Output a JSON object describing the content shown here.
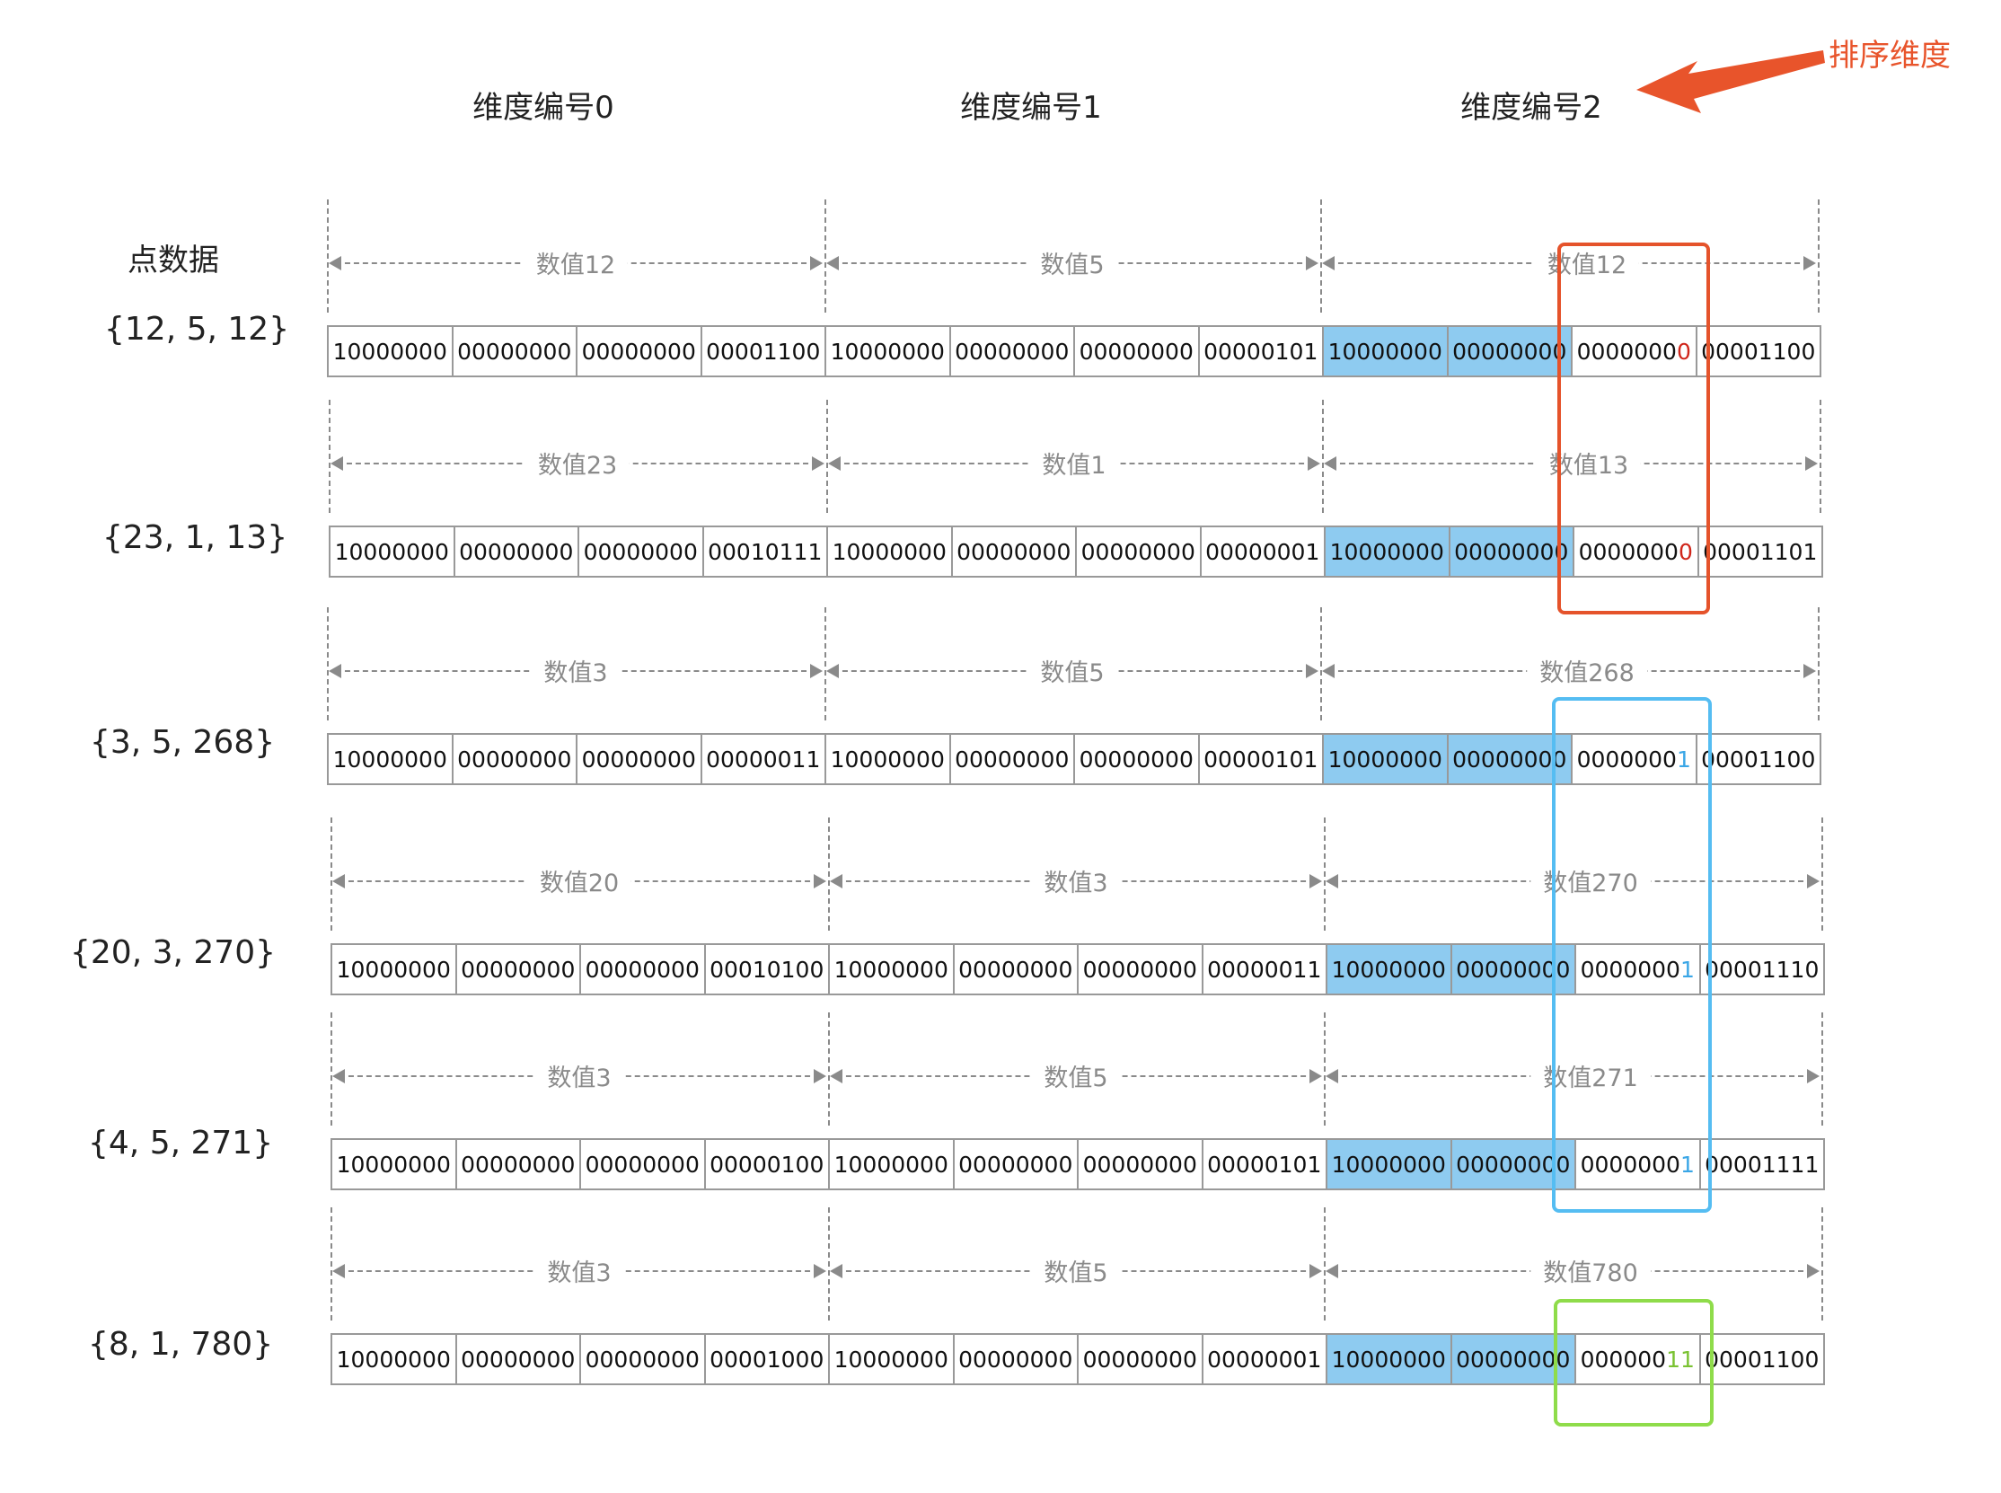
{
  "sort_label": "排序维度",
  "points_title": "点数据",
  "dimension_headers": [
    "维度编号0",
    "维度编号1",
    "维度编号2"
  ],
  "colors": {
    "accent_orange": "#e8542b",
    "cell_highlight": "#8ecbf0",
    "red": "#d0261b",
    "blue": "#3aa6e6",
    "green": "#7ac232",
    "box_orange": "#e5532b",
    "box_blue": "#55bdf2",
    "box_green": "#8fdc4a"
  },
  "rows": [
    {
      "point": "{12, 5, 12}",
      "values": [
        "数值12",
        "数值5",
        "数值12"
      ],
      "cells": [
        "10000000",
        "00000000",
        "00000000",
        "00001100",
        "10000000",
        "00000000",
        "00000000",
        "00000101",
        "10000000",
        "00000000"
      ],
      "cell11_prefix": "0000000",
      "cell11_tail": "0",
      "tail_color": "red",
      "cell12": "00001100"
    },
    {
      "point": "{23, 1, 13}",
      "values": [
        "数值23",
        "数值1",
        "数值13"
      ],
      "cells": [
        "10000000",
        "00000000",
        "00000000",
        "00010111",
        "10000000",
        "00000000",
        "00000000",
        "00000001",
        "10000000",
        "00000000"
      ],
      "cell11_prefix": "0000000",
      "cell11_tail": "0",
      "tail_color": "red",
      "cell12": "00001101"
    },
    {
      "point": "{3, 5, 268}",
      "values": [
        "数值3",
        "数值5",
        "数值268"
      ],
      "cells": [
        "10000000",
        "00000000",
        "00000000",
        "00000011",
        "10000000",
        "00000000",
        "00000000",
        "00000101",
        "10000000",
        "00000000"
      ],
      "cell11_prefix": "0000000",
      "cell11_tail": "1",
      "tail_color": "blue",
      "cell12": "00001100"
    },
    {
      "point": "{20, 3, 270}",
      "values": [
        "数值20",
        "数值3",
        "数值270"
      ],
      "cells": [
        "10000000",
        "00000000",
        "00000000",
        "00010100",
        "10000000",
        "00000000",
        "00000000",
        "00000011",
        "10000000",
        "00000000"
      ],
      "cell11_prefix": "0000000",
      "cell11_tail": "1",
      "tail_color": "blue",
      "cell12": "00001110"
    },
    {
      "point": "{4, 5, 271}",
      "values": [
        "数值3",
        "数值5",
        "数值271"
      ],
      "cells": [
        "10000000",
        "00000000",
        "00000000",
        "00000100",
        "10000000",
        "00000000",
        "00000000",
        "00000101",
        "10000000",
        "00000000"
      ],
      "cell11_prefix": "0000000",
      "cell11_tail": "1",
      "tail_color": "blue",
      "cell12": "00001111"
    },
    {
      "point": "{8, 1, 780}",
      "values": [
        "数值3",
        "数值5",
        "数值780"
      ],
      "cells": [
        "10000000",
        "00000000",
        "00000000",
        "00001000",
        "10000000",
        "00000000",
        "00000000",
        "00000001",
        "10000000",
        "00000000"
      ],
      "cell11_prefix": "000000",
      "cell11_tail": "11",
      "tail_color": "green",
      "cell12": "00001100"
    }
  ]
}
